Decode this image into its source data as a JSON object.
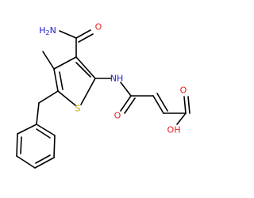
{
  "labels": {
    "amide_group": "NH2",
    "amide_oxygen": "O",
    "ring_sulfur": "S",
    "amine_nh": "NH",
    "ketone_oxygen": "O",
    "acid_oxygen": "O",
    "hydroxyl": "OH"
  },
  "colors": {
    "bond": "#000000",
    "nitrogen": "#2020d0",
    "oxygen": "#e02020",
    "sulfur": "#c8a000"
  }
}
